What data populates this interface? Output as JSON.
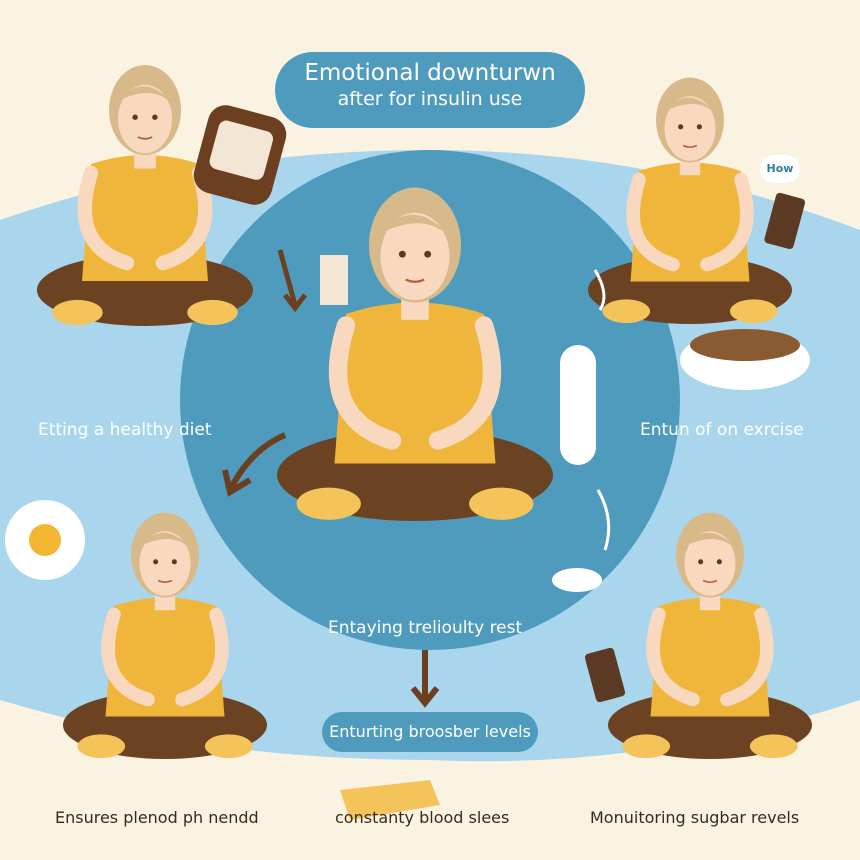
{
  "title": {
    "line1": "Emotional downturwn",
    "line2": "after for insulin  use"
  },
  "labels": {
    "top_left": "Etting a healthy diet",
    "top_right": "Entun of on exrcise",
    "center": "Entaying trelioulty rest",
    "pill": "Enturting broosber levels",
    "bottom_left": "Ensures plenod ph nendd",
    "bottom_center": "constanty blood slees",
    "bottom_right": "Monuitoring sugbar revels"
  },
  "speech_bubble": "How",
  "colors": {
    "background": "#fbf3e2",
    "blue_band": "#a9d6ec",
    "circle": "#4f9bbd",
    "shirt": "#f0b63c",
    "pants": "#6b4322",
    "hair": "#d8b98a",
    "skin": "#f8d9c0",
    "arrow": "#6b3f1f"
  }
}
